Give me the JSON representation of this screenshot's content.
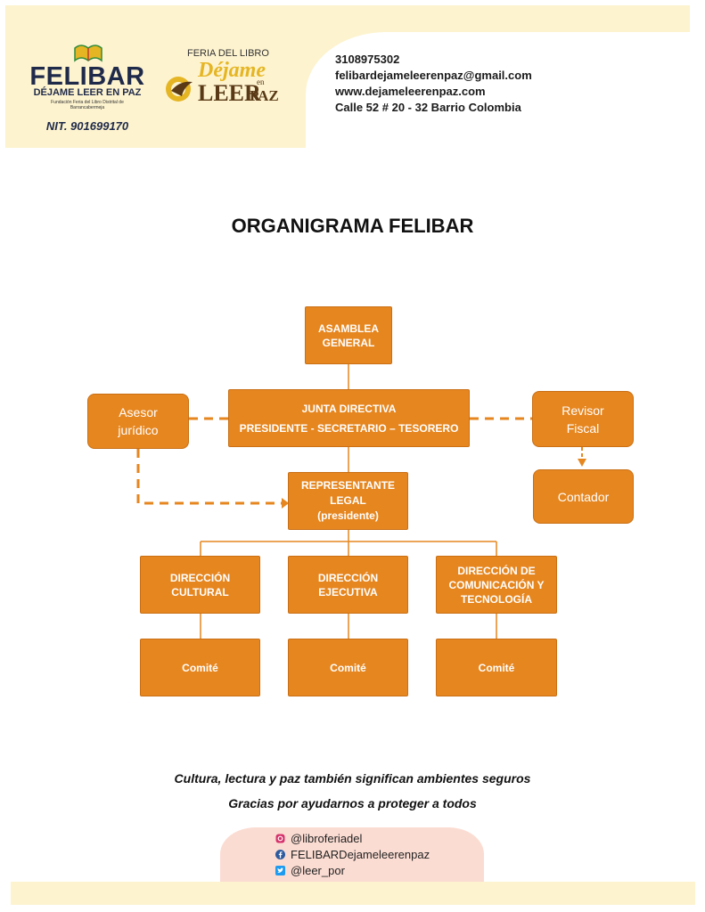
{
  "header": {
    "logo_felibar": {
      "title": "FELIBAR",
      "subtitle": "DÉJAME LEER EN PAZ",
      "foundation": "Fundación Feria del Libro Distrital de Barrancabermeja",
      "nit": "NIT. 901699170"
    },
    "logo_feria": {
      "top": "FERIA DEL LIBRO",
      "dejame": "Déjame",
      "leer": "LEER",
      "en": "en",
      "paz": "PAZ"
    },
    "contact": {
      "phone": "3108975302",
      "email": "felibardejameleerenpaz@gmail.com",
      "website": "www.dejameleerenpaz.com",
      "address": "Calle 52 # 20 - 32 Barrio Colombia"
    }
  },
  "title": "ORGANIGRAMA FELIBAR",
  "org_chart": {
    "asamblea": [
      "ASAMBLEA",
      "GENERAL"
    ],
    "junta": [
      "JUNTA DIRECTIVA",
      "PRESIDENTE - SECRETARIO – TESORERO"
    ],
    "asesor": [
      "Asesor",
      "jurídico"
    ],
    "revisor": [
      "Revisor",
      "Fiscal"
    ],
    "contador": "Contador",
    "representante": [
      "REPRESENTANTE",
      "LEGAL",
      "(presidente)"
    ],
    "directions": [
      [
        "DIRECCIÓN",
        "CULTURAL"
      ],
      [
        "DIRECCIÓN",
        "EJECUTIVA"
      ],
      [
        "DIRECCIÓN DE",
        "COMUNICACIÓN Y",
        "TECNOLOGÍA"
      ]
    ],
    "committees": [
      "Comité",
      "Comité",
      "Comité"
    ]
  },
  "footer": {
    "line1": "Cultura, lectura y paz también significan ambientes seguros",
    "line2": "Gracias por ayudarnos a proteger a todos",
    "social": {
      "instagram": "@libroferiadel",
      "facebook": "FELIBARDejameleerenpaz",
      "twitter": "@leer_por"
    }
  },
  "colors": {
    "box_orange": "#e6861f",
    "header_cream": "#fdf3cf",
    "social_pink": "#fbdcd2"
  }
}
